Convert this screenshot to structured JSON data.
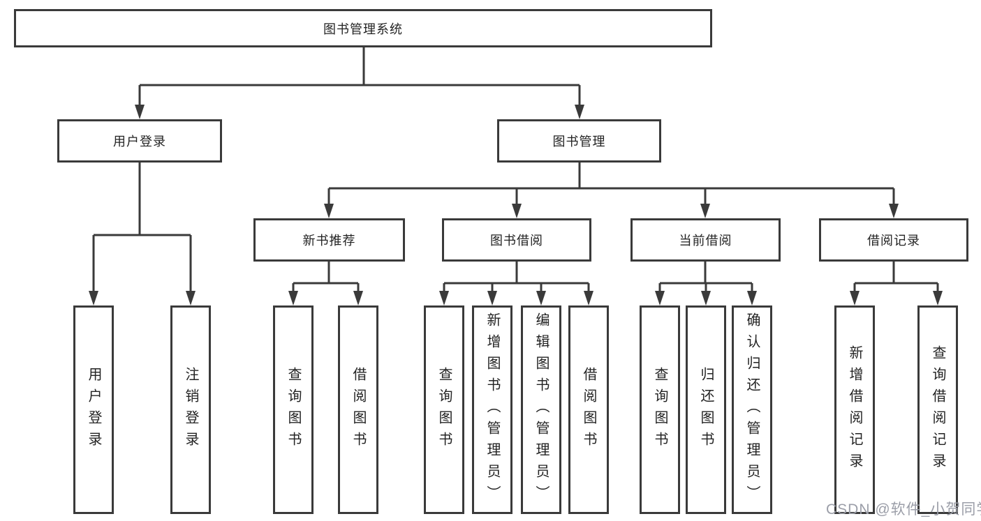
{
  "diagram": {
    "root": {
      "label": "图书管理系统"
    },
    "level2": [
      {
        "label": "用户登录"
      },
      {
        "label": "图书管理"
      }
    ],
    "level3": [
      {
        "label": "新书推荐"
      },
      {
        "label": "图书借阅"
      },
      {
        "label": "当前借阅"
      },
      {
        "label": "借阅记录"
      }
    ],
    "leaves": {
      "user_login": [
        "用户登录",
        "注销登录"
      ],
      "new_book": [
        "查询图书",
        "借阅图书"
      ],
      "book_borrow": [
        "查询图书",
        "新增图书（管理员）",
        "编辑图书（管理员）",
        "借阅图书"
      ],
      "current_borrow": [
        "查询图书",
        "归还图书",
        "确认归还（管理员）"
      ],
      "borrow_record": [
        "新增借阅记录",
        "查询借阅记录"
      ]
    }
  },
  "colors": {
    "line": "#3a3a3a",
    "text": "#232323",
    "watermark": "#9b9ea8",
    "background": "#ffffff"
  },
  "watermark": {
    "text": "CSDN @软件_小贺同学"
  }
}
